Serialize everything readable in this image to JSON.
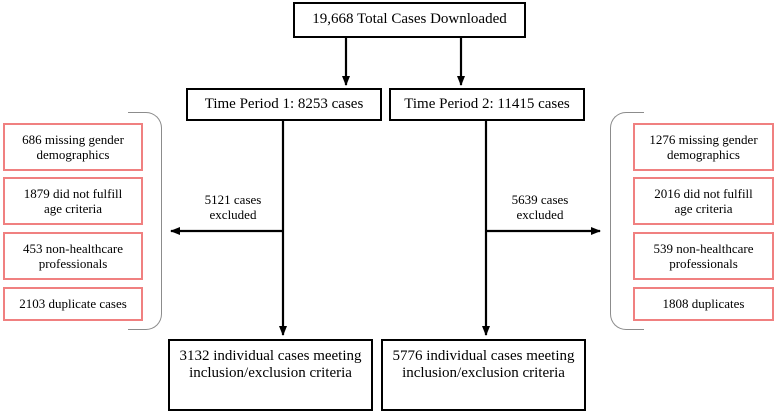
{
  "diagram": {
    "title_box": {
      "label": "19,668 Total Cases Downloaded"
    },
    "time_periods": [
      {
        "label": "Time Period 1: 8253 cases"
      },
      {
        "label": "Time Period 2: 11415 cases"
      }
    ],
    "exclusion_arrows": [
      {
        "line1": "5121 cases",
        "line2": "excluded",
        "direction": "left"
      },
      {
        "line1": "5639 cases",
        "line2": "excluded",
        "direction": "right"
      }
    ],
    "left_exclusions": [
      {
        "line1": "686 missing gender",
        "line2": "demographics"
      },
      {
        "line1": "1879 did not fulfill",
        "line2": "age criteria"
      },
      {
        "line1": "453 non-healthcare",
        "line2": "professionals"
      },
      {
        "line1": "2103 duplicate cases",
        "line2": ""
      }
    ],
    "right_exclusions": [
      {
        "line1": "1276 missing gender",
        "line2": "demographics"
      },
      {
        "line1": "2016 did not fulfill",
        "line2": "age criteria"
      },
      {
        "line1": "539 non-healthcare",
        "line2": "professionals"
      },
      {
        "line1": "1808 duplicates",
        "line2": ""
      }
    ],
    "outcomes": [
      {
        "line1": "3132 individual cases meeting",
        "line2": "inclusion/exclusion criteria"
      },
      {
        "line1": "5776 individual cases meeting",
        "line2": "inclusion/exclusion criteria"
      }
    ],
    "colors": {
      "box_border": "#000000",
      "exclusion_border": "#f08080",
      "bracket": "#8c8c8c",
      "background": "#ffffff",
      "text": "#000000"
    }
  }
}
